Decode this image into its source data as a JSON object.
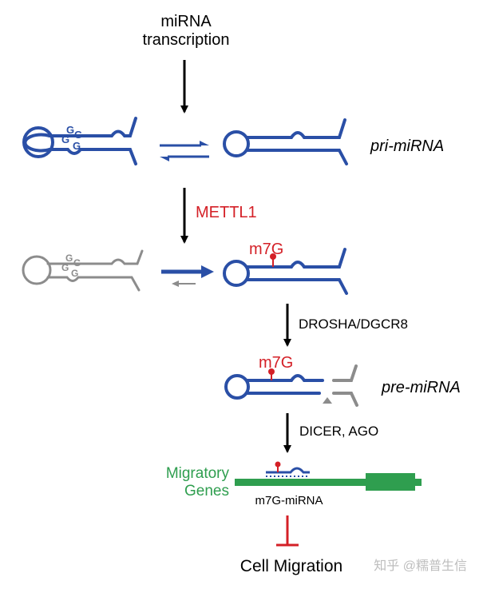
{
  "top_label": {
    "line1": "miRNA",
    "line2": "transcription"
  },
  "pri_mirna_label": "pri-miRNA",
  "enzyme_label": "METTL1",
  "mod_label_1": "m7G",
  "processing_1_label": "DROSHA/DGCR8",
  "mod_label_2": "m7G",
  "pre_mirna_label": "pre-miRNA",
  "processing_2_label": "DICER, AGO",
  "gene_label": {
    "line1": "Migratory",
    "line2": "Genes"
  },
  "mirna_label": "m7G-miRNA",
  "outcome_label": "Cell Migration",
  "g_quad_letter": "G",
  "watermark": "知乎 @糯普生信",
  "colors": {
    "blue": "#2a4fa6",
    "red": "#d42027",
    "green": "#2f9e4f",
    "gray": "#8c8c8c",
    "black": "#000000"
  }
}
